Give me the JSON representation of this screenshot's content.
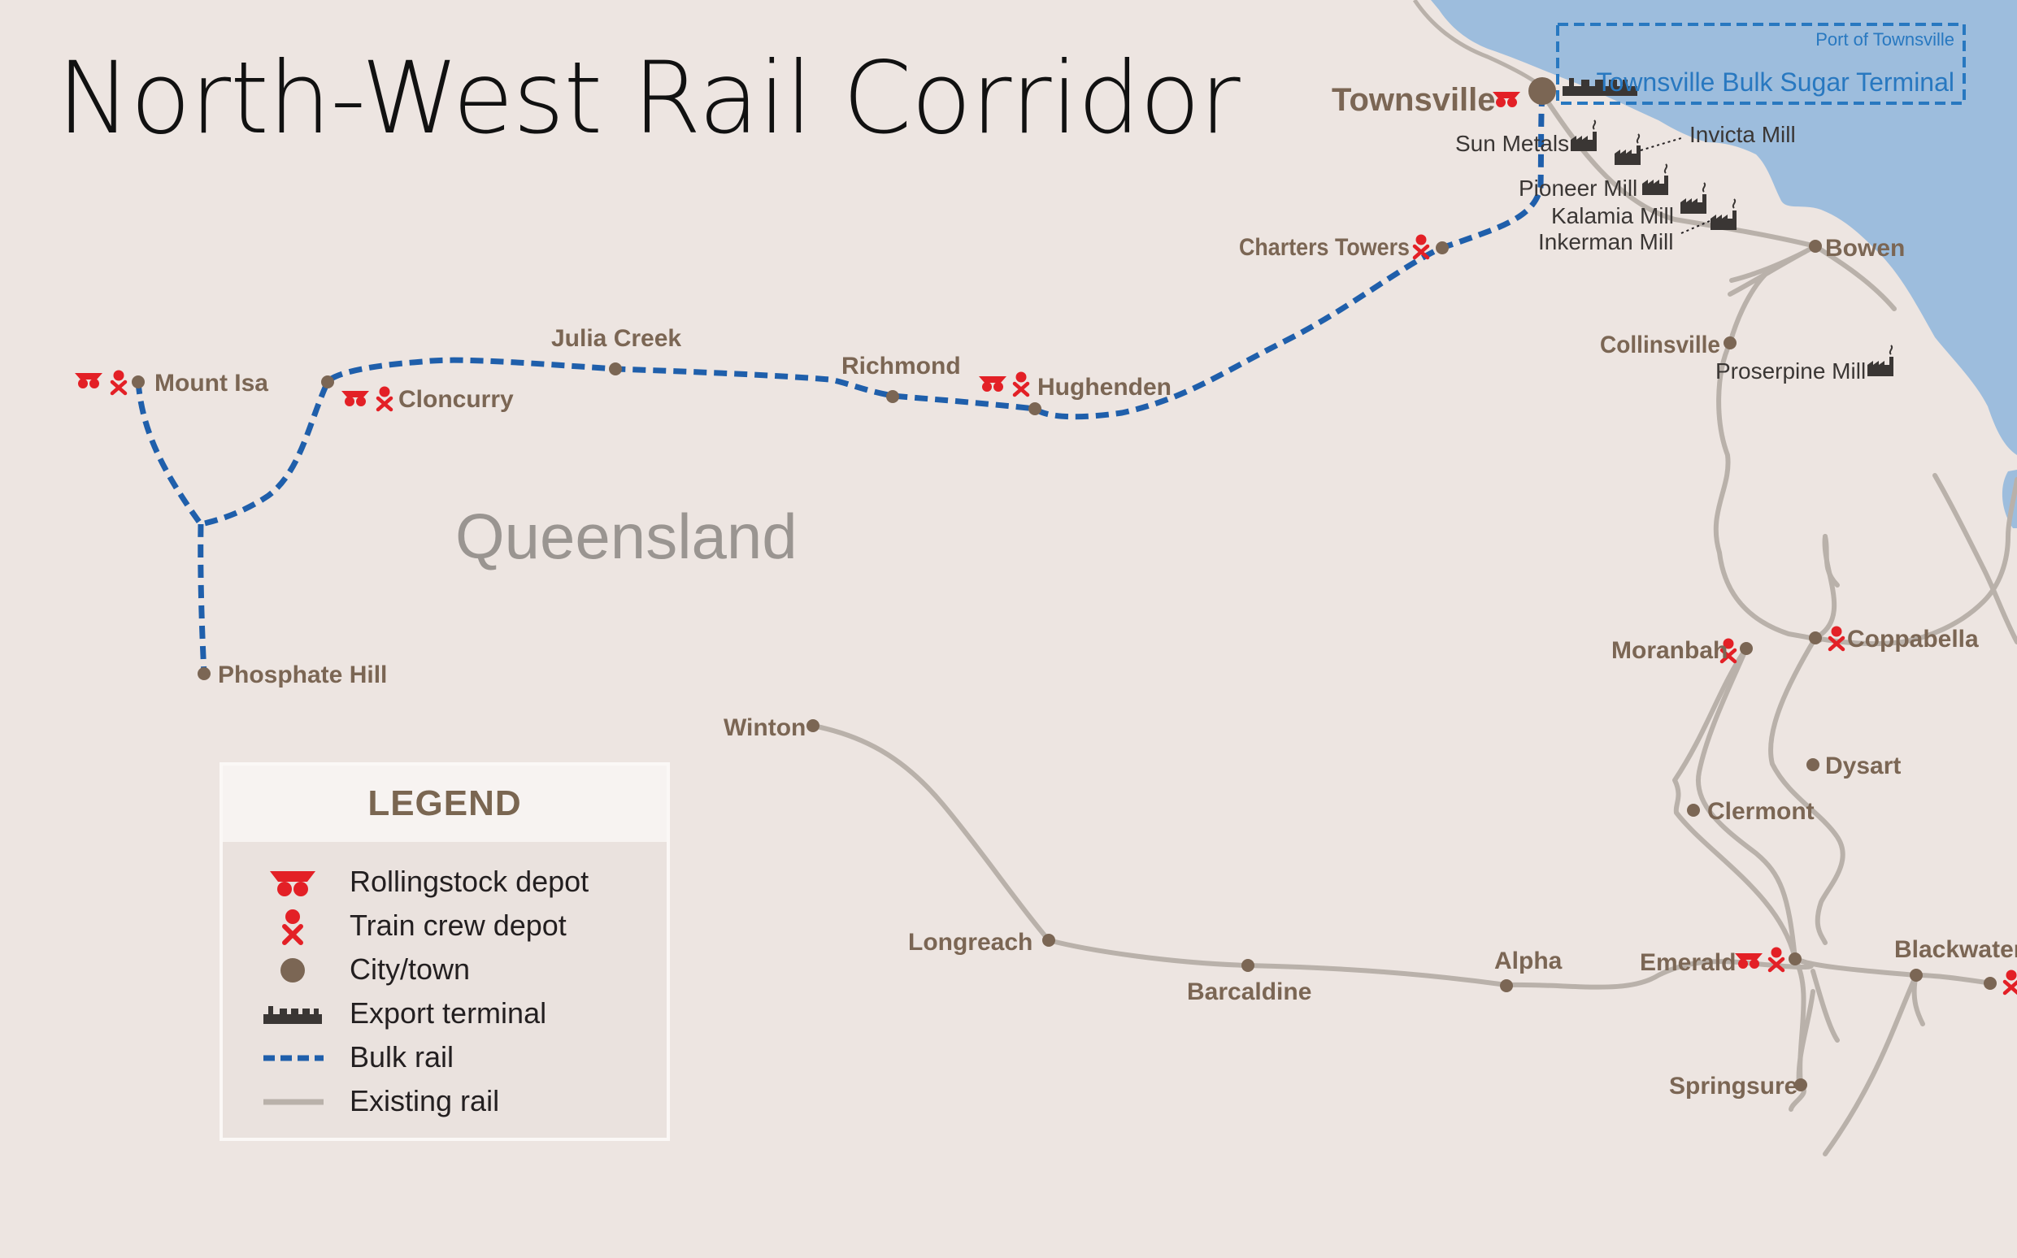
{
  "title": "North-West Rail Corridor",
  "region_label": "Queensland",
  "colors": {
    "background": "#ede5e1",
    "sea": "#9dbddd",
    "bulk_rail": "#1f5fab",
    "existing_rail": "#b9b1aa",
    "town": "#7b6654",
    "depot_red": "#e32026",
    "terminal_dark": "#3a3634",
    "port_blue": "#2878c0"
  },
  "port": {
    "box_title": "Port of Townsville",
    "terminal_name": "Townsville Bulk Sugar Terminal"
  },
  "places": {
    "townsville": "Townsville",
    "sun_metals": "Sun Metals",
    "invicta_mill": "Invicta Mill",
    "pioneer_mill": "Pioneer Mill",
    "kalamia_mill": "Kalamia Mill",
    "inkerman_mill": "Inkerman Mill",
    "bowen": "Bowen",
    "charters_towers": "Charters Towers",
    "collinsville": "Collinsville",
    "proserpine_mill": "Proserpine Mill",
    "mount_isa": "Mount Isa",
    "cloncurry": "Cloncurry",
    "julia_creek": "Julia Creek",
    "richmond": "Richmond",
    "hughenden": "Hughenden",
    "phosphate_hill": "Phosphate Hill",
    "moranbah": "Moranbah",
    "coppabella": "Coppabella",
    "dysart": "Dysart",
    "clermont": "Clermont",
    "winton": "Winton",
    "longreach": "Longreach",
    "barcaldine": "Barcaldine",
    "alpha": "Alpha",
    "emerald": "Emerald",
    "blackwater": "Blackwater",
    "springsure": "Springsure"
  },
  "legend": {
    "heading": "LEGEND",
    "items": [
      {
        "label": "Rollingstock depot",
        "symbol": "rollingstock-depot-icon"
      },
      {
        "label": "Train crew depot",
        "symbol": "train-crew-depot-icon"
      },
      {
        "label": "City/town",
        "symbol": "city-town-icon"
      },
      {
        "label": "Export terminal",
        "symbol": "export-terminal-icon"
      },
      {
        "label": "Bulk rail",
        "symbol": "bulk-rail-line"
      },
      {
        "label": "Existing rail",
        "symbol": "existing-rail-line"
      }
    ]
  }
}
